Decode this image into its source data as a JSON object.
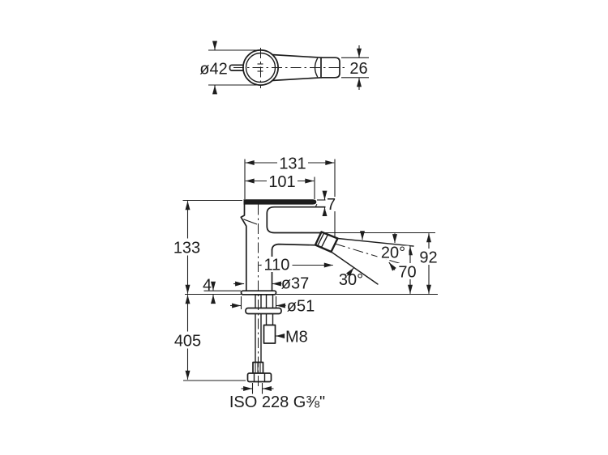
{
  "drawing": {
    "title": "bidet-mixer-dimension-drawing",
    "background_color": "#ffffff",
    "line_color": "#1d1d1d",
    "top_view": {
      "handle_diameter_label": "ø42",
      "spout_width_label": "26"
    },
    "front_view": {
      "overall_reach_label": "131",
      "handle_reach_label": "101",
      "handle_thickness_label": "7",
      "body_height_label": "133",
      "under_deck_height_label": "405",
      "base_thickness_label": "4",
      "body_diameter_label": "ø37",
      "base_diameter_label": "ø51",
      "spout_reach_label": "110",
      "spray_angle_upper_label": "20°",
      "spray_angle_lower_label": "30°",
      "outlet_height_max_label": "92",
      "outlet_height_min_label": "70",
      "fixing_stud_label": "M8",
      "connection_standard_label": "ISO 228  G⅜\""
    }
  }
}
